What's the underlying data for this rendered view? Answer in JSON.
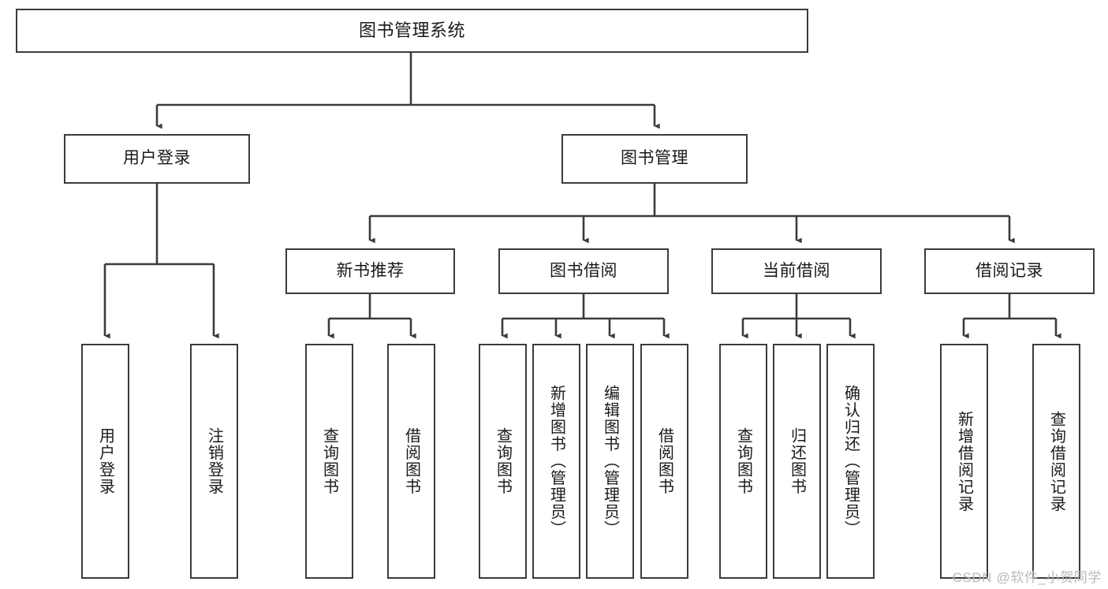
{
  "diagram": {
    "title": "图书管理系统",
    "type": "hierarchy-tree",
    "watermark": "CSDN @软件_小贺同学",
    "colors": {
      "stroke": "#3b3b3b",
      "fill": "#ffffff",
      "text": "#1a1a1a",
      "watermark": "#b9b9b9"
    },
    "nodes": {
      "root": {
        "label": "图书管理系统"
      },
      "level2": [
        {
          "label": "用户登录"
        },
        {
          "label": "图书管理"
        }
      ],
      "level3": [
        {
          "label": "新书推荐"
        },
        {
          "label": "图书借阅"
        },
        {
          "label": "当前借阅"
        },
        {
          "label": "借阅记录"
        }
      ],
      "leaves": {
        "user_login": [
          {
            "label": "用户登录"
          },
          {
            "label": "注销登录"
          }
        ],
        "new_book": [
          {
            "label": "查询图书"
          },
          {
            "label": "借阅图书"
          }
        ],
        "borrow_book": [
          {
            "label": "查询图书"
          },
          {
            "label": "新增图书（管理员）"
          },
          {
            "label": "编辑图书（管理员）"
          },
          {
            "label": "借阅图书"
          }
        ],
        "current_borrow": [
          {
            "label": "查询图书"
          },
          {
            "label": "归还图书"
          },
          {
            "label": "确认归还（管理员）"
          }
        ],
        "borrow_record": [
          {
            "label": "新增借阅记录"
          },
          {
            "label": "查询借阅记录"
          }
        ]
      }
    }
  }
}
